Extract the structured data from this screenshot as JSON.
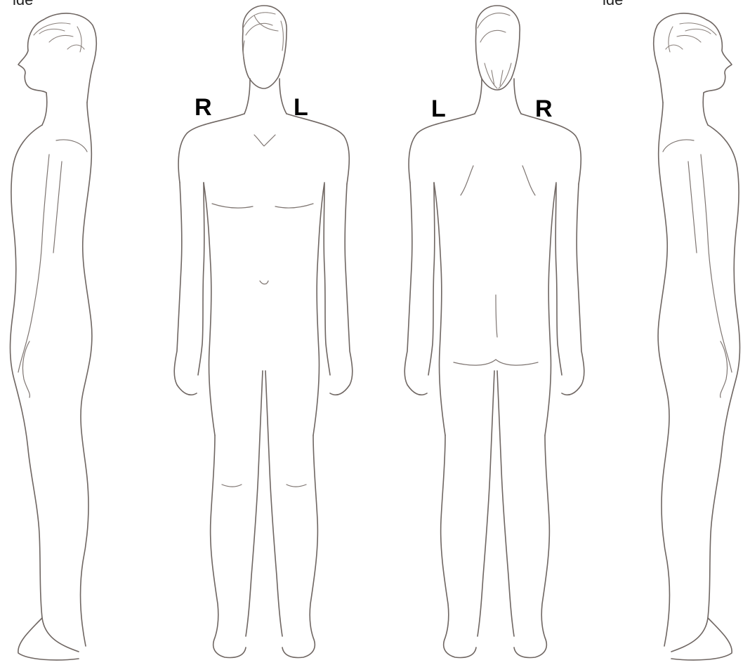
{
  "captions": {
    "left_partial": "ide",
    "right_partial": "ide"
  },
  "front_view": {
    "label_right_side": "R",
    "label_left_side": "L"
  },
  "back_view": {
    "label_left_side": "L",
    "label_right_side": "R"
  },
  "colors": {
    "outline": "#6f6662",
    "label": "#000000",
    "background": "#ffffff"
  }
}
